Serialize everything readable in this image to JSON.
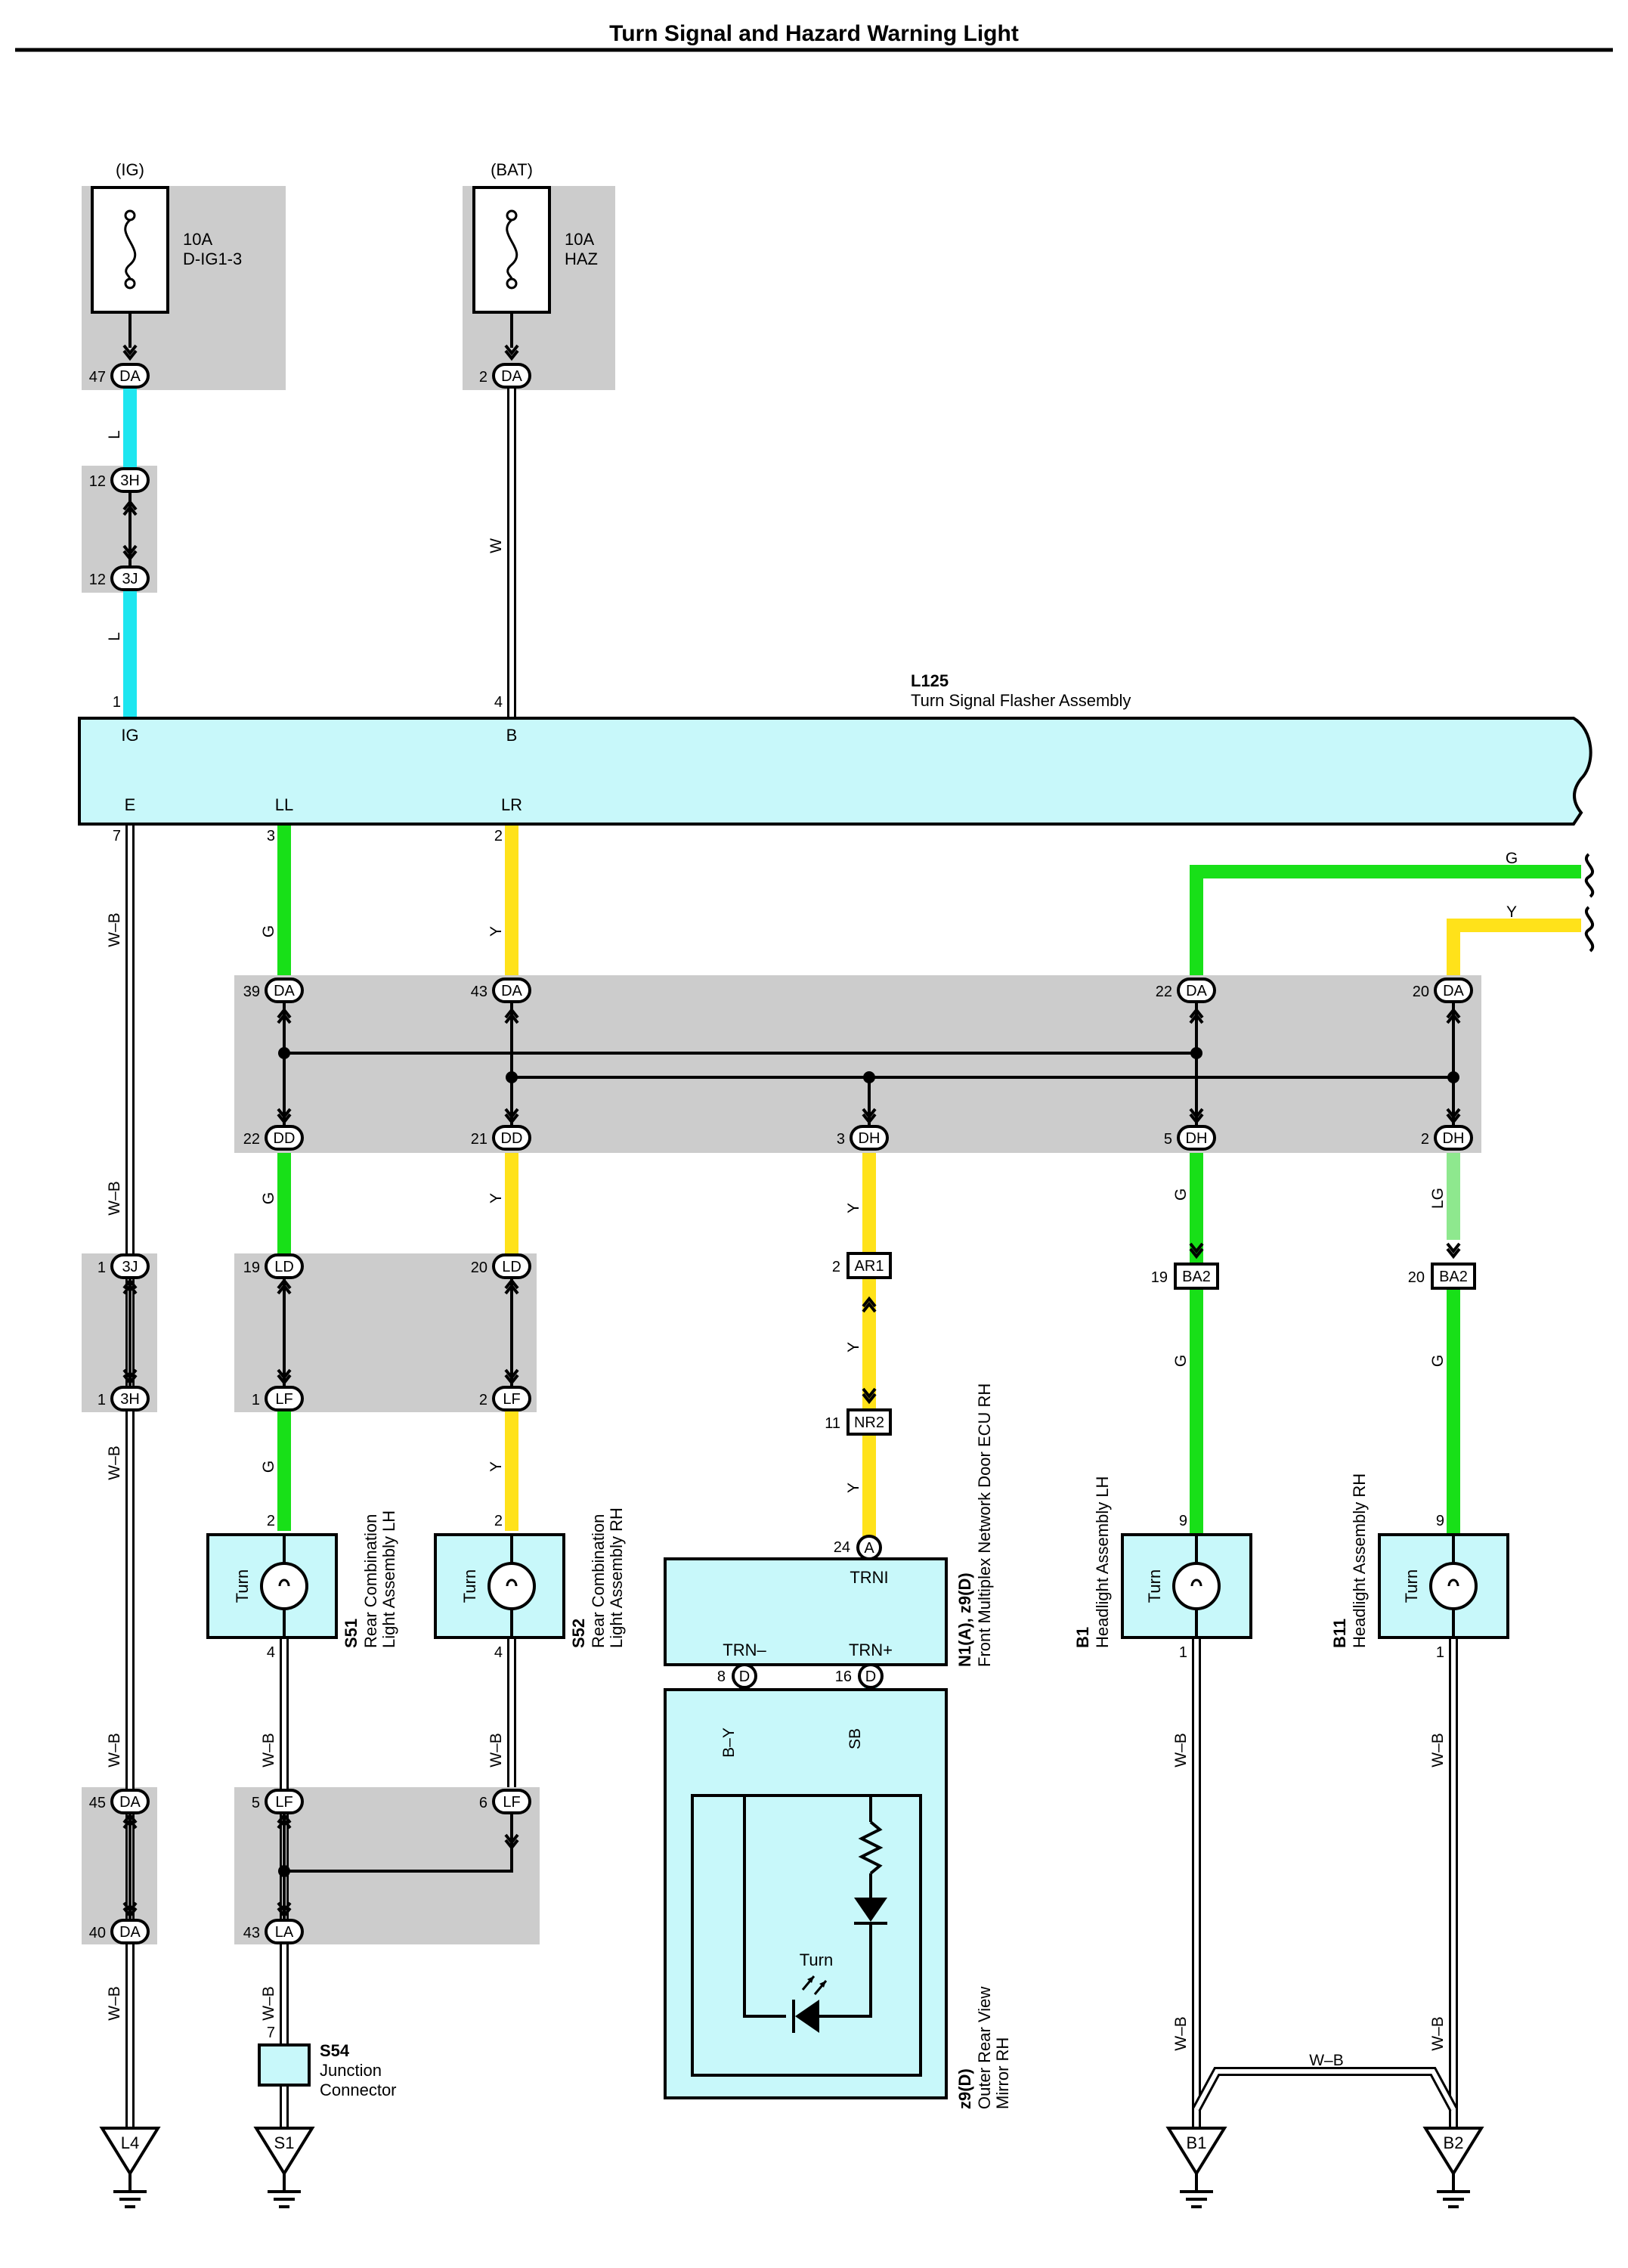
{
  "title": "Turn Signal and Hazard Warning Light",
  "colors": {
    "L": "#1ee6f0",
    "G": "#18e018",
    "Y": "#ffe21a",
    "LG": "#8ee88e",
    "SB": "#9ef0f6",
    "component": "#c8f8fa",
    "junction_box": "#cccccc"
  },
  "power_sources": {
    "ig": {
      "label": "(IG)",
      "rating": "10A",
      "name": "D-IG1-3",
      "pin": "47",
      "conn": "DA"
    },
    "bat": {
      "label": "(BAT)",
      "rating": "10A",
      "name": "HAZ",
      "pin": "2",
      "conn": "DA"
    }
  },
  "flasher": {
    "code": "L125",
    "name": "Turn Signal Flasher Assembly",
    "terminals": {
      "ig": "IG",
      "b": "B",
      "e": "E",
      "ll": "LL",
      "lr": "LR"
    },
    "pins": {
      "ig": "1",
      "b": "4",
      "e": "7",
      "ll": "3",
      "lr": "2"
    }
  },
  "wire_labels": {
    "L": "L",
    "W": "W",
    "G": "G",
    "Y": "Y",
    "WB": "W–B",
    "LG": "LG",
    "BY": "B–Y",
    "SB": "SB"
  },
  "connectors": {
    "c3H": "3H",
    "c3J": "3J",
    "DA": "DA",
    "DD": "DD",
    "DH": "DH",
    "LD": "LD",
    "LF": "LF",
    "LA": "LA",
    "AR1": "AR1",
    "NR2": "NR2",
    "BA2": "BA2",
    "A": "A",
    "D": "D"
  },
  "pins": {
    "p12a": "12",
    "p12b": "12",
    "p39": "39",
    "p43": "43",
    "p22t": "22",
    "p20t": "20",
    "p22b": "22",
    "p21": "21",
    "p3dh": "3",
    "p5": "5",
    "p2dh": "2",
    "p1a": "1",
    "p1b": "1",
    "p19": "19",
    "p20": "20",
    "p1lf": "1",
    "p2lf": "2",
    "p2ar": "2",
    "p11": "11",
    "p24": "24",
    "p19ba": "19",
    "p20ba": "20",
    "p2s51": "2",
    "p2s52": "2",
    "p4s51": "4",
    "p4s52": "4",
    "p9b1": "9",
    "p9b11": "9",
    "p1b1": "1",
    "p1b11": "1",
    "p8": "8",
    "p16": "16",
    "p45": "45",
    "p40": "40",
    "p5lf": "5",
    "p6lf": "6",
    "p43la": "43",
    "p7": "7"
  },
  "components": {
    "s51": {
      "code": "S51",
      "name1": "Rear Combination",
      "name2": "Light Assembly LH",
      "bulb": "Turn"
    },
    "s52": {
      "code": "S52",
      "name1": "Rear Combination",
      "name2": "Light Assembly RH",
      "bulb": "Turn"
    },
    "b1": {
      "code": "B1",
      "name": "Headlight Assembly LH",
      "bulb": "Turn"
    },
    "b11": {
      "code": "B11",
      "name": "Headlight Assembly RH",
      "bulb": "Turn"
    },
    "ecu": {
      "code": "N1(A), z9(D)",
      "name": "Front Multiplex Network Door ECU RH",
      "trni": "TRNI",
      "trnm": "TRN–",
      "trnp": "TRN+"
    },
    "mirror": {
      "code": "z9(D)",
      "name1": "Outer Rear View",
      "name2": "Mirror RH",
      "bulb": "Turn"
    },
    "s54": {
      "code": "S54",
      "name1": "Junction",
      "name2": "Connector"
    }
  },
  "grounds": [
    "L4",
    "S1",
    "B1",
    "B2"
  ]
}
